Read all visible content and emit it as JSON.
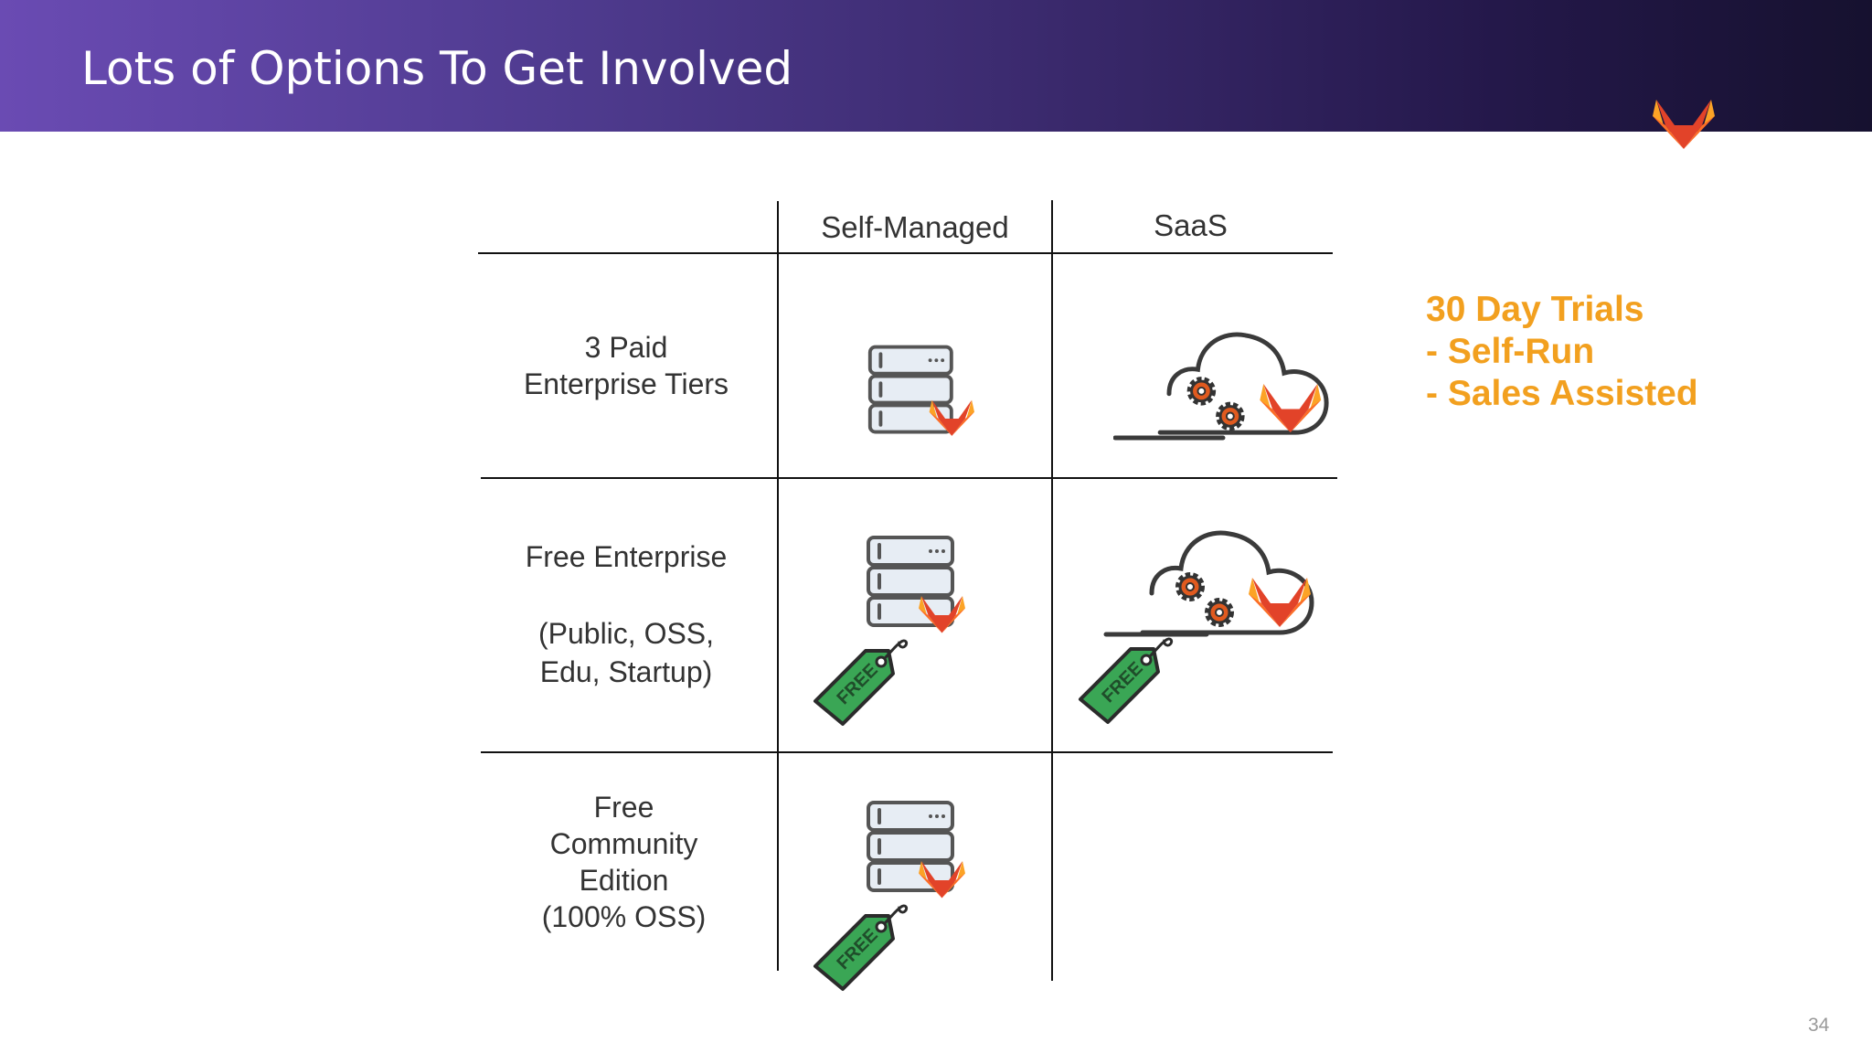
{
  "slide": {
    "title": "Lots of Options To Get Involved",
    "page_number": "34"
  },
  "table": {
    "columns": [
      "Self-Managed",
      "SaaS"
    ],
    "rows": [
      {
        "label": "3 Paid\nEnterprise Tiers",
        "self_managed": "server-gitlab-icon",
        "saas": "cloud-gitlab-icon"
      },
      {
        "label": "Free Enterprise\n\n(Public, OSS,\nEdu, Startup)",
        "self_managed": "server-gitlab-free-tag-icon",
        "saas": "cloud-gitlab-free-tag-icon"
      },
      {
        "label": "Free\nCommunity\nEdition\n(100% OSS)",
        "self_managed": "server-gitlab-free-tag-icon",
        "saas": ""
      }
    ]
  },
  "tag_text": "FREE",
  "note": {
    "line1": "30 Day Trials",
    "line2": "- Self-Run",
    "line3": "- Sales Assisted"
  },
  "colors": {
    "header_start": "#6a4bb3",
    "header_end": "#16112f",
    "accent_orange": "#f2a01f",
    "tag_green": "#3aa655",
    "fox_orange": "#fc6d26",
    "fox_red": "#e24329",
    "fox_light": "#fca326"
  }
}
